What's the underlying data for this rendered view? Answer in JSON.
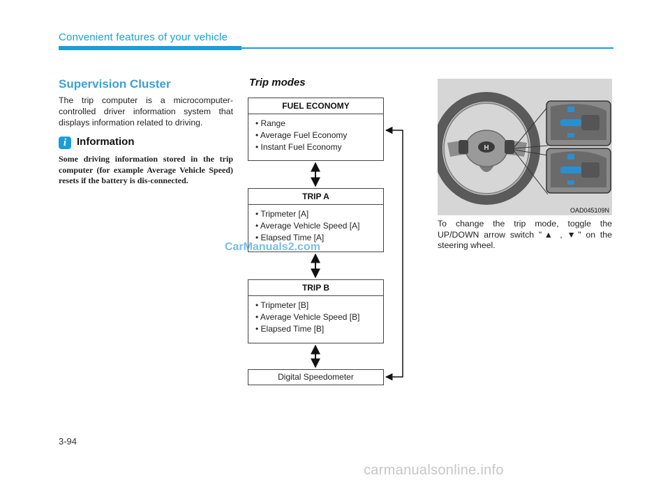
{
  "header": {
    "section_title": "Convenient features of your vehicle",
    "accent_color": "#1a9ed8"
  },
  "supervision": {
    "title": "Supervision Cluster",
    "body": "The trip computer is a microcomputer-controlled driver information system that displays information related to driving."
  },
  "information": {
    "icon": "info-icon",
    "icon_glyph": "i",
    "title": "Information",
    "text": "Some driving information stored in the trip computer (for example Average Vehicle Speed) resets if the battery is dis-connected."
  },
  "trip_modes": {
    "title": "Trip modes",
    "fuel_economy": {
      "header": "FUEL ECONOMY",
      "items": [
        "• Range",
        "• Average Fuel Economy",
        "• Instant Fuel Economy"
      ]
    },
    "trip_a": {
      "header": "TRIP A",
      "items": [
        "• Tripmeter [A]",
        "• Average Vehicle Speed [A]",
        "• Elapsed Time [A]"
      ]
    },
    "trip_b": {
      "header": "TRIP B",
      "items": [
        "• Tripmeter [B]",
        "• Average Vehicle Speed [B]",
        "• Elapsed Time [B]"
      ]
    },
    "speedometer": "Digital Speedometer"
  },
  "figure": {
    "code": "OAD045109N",
    "caption": "To change the trip mode, toggle the UP/DOWN arrow switch \"▲ , ▼\" on the steering wheel."
  },
  "watermark": "CarManuals2.com",
  "page_number": "3-94",
  "bottom_watermark": "carmanualsonline.info"
}
